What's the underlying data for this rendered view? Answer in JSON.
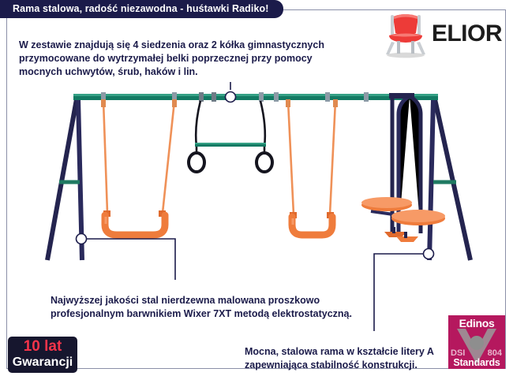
{
  "header": {
    "title": "Rama stalowa, radość niezawodna - huśtawki Radiko!"
  },
  "brand": {
    "wordmark": "ELIOR",
    "icon": "red-chair-icon"
  },
  "callouts": {
    "top": "W zestawie znajdują się 4 siedzenia oraz 2 kółka gimnastycznych przymocowane do wytrzymałej belki poprzecznej przy pomocy mocnych uchwytów, śrub, haków i lin.",
    "steel": "Najwyższej jakości stal nierdzewna malowana proszkowo profesjonalnym barwnikiem Wixer 7XT metodą elektrostatyczną.",
    "frame": "Mocna, stalowa rama w kształcie litery A zapewniająca stabilność konstrukcji."
  },
  "badges": {
    "guarantee": {
      "years": "10 lat",
      "word": "Gwarancji"
    },
    "edinos": {
      "name": "Edinos",
      "dsi": "DSI",
      "number": "804",
      "standards": "Standards"
    }
  },
  "illustration": {
    "alt": "swing-set-illustration",
    "parts": [
      "a-frame-left-leg",
      "a-frame-right-leg",
      "top-beam",
      "swing-seat-left",
      "trapeze-bar-with-rings",
      "swing-seat-right",
      "glider-seesaw-swing"
    ]
  },
  "colors": {
    "navy": "#1b1b4a",
    "beam_green": "#137a63",
    "orange": "#ef7c3c",
    "badge_red": "#f5344a",
    "edinos_magenta": "#b5185e",
    "chair_red": "#ed3b38"
  }
}
